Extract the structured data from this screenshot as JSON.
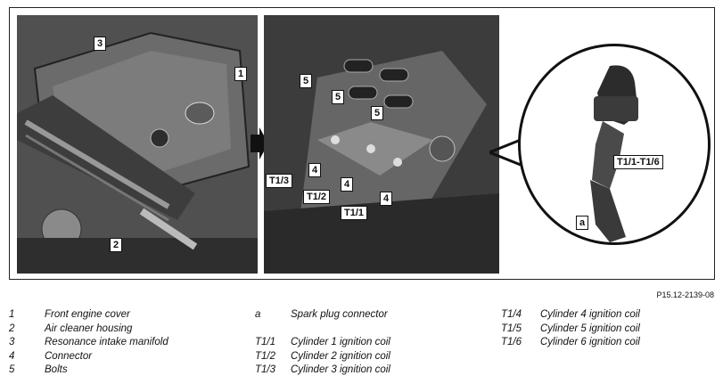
{
  "figure": {
    "id": "P15.12-2139-08",
    "left_callouts": [
      "3",
      "1",
      "2"
    ],
    "middle_callouts": [
      "5",
      "5",
      "5",
      "4",
      "4",
      "4",
      "T1/3",
      "T1/2",
      "T1/1"
    ],
    "right_callouts": [
      "T1/1-T1/6",
      "a"
    ]
  },
  "legend": {
    "col1": [
      {
        "key": "1",
        "text": "Front engine cover"
      },
      {
        "key": "2",
        "text": "Air cleaner housing"
      },
      {
        "key": "3",
        "text": "Resonance intake manifold"
      },
      {
        "key": "4",
        "text": "Connector"
      },
      {
        "key": "5",
        "text": "Bolts"
      }
    ],
    "col2": [
      {
        "key": "a",
        "text": "Spark plug connector"
      },
      {
        "key": "",
        "text": ""
      },
      {
        "key": "T1/1",
        "text": "Cylinder 1 ignition coil"
      },
      {
        "key": "T1/2",
        "text": "Cylinder 2 ignition coil"
      },
      {
        "key": "T1/3",
        "text": "Cylinder 3 ignition coil"
      }
    ],
    "col3": [
      {
        "key": "T1/4",
        "text": "Cylinder 4 ignition coil"
      },
      {
        "key": "T1/5",
        "text": "Cylinder 5 ignition coil"
      },
      {
        "key": "T1/6",
        "text": "Cylinder 6 ignition coil"
      }
    ]
  }
}
